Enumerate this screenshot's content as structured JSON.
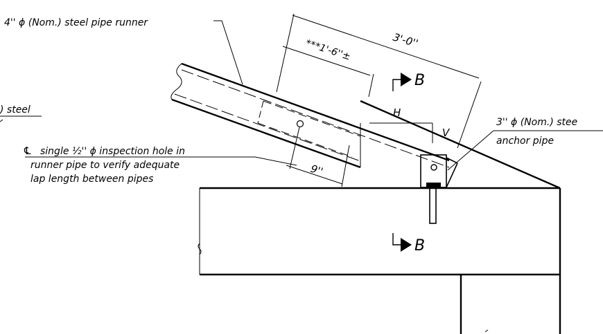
{
  "labels": {
    "runner_pipe": "4'' ϕ (Nom.) steel pipe runner",
    "overlap_dim": "***1'-6''±",
    "overall_dim": "3'-0''",
    "section_mark": "B",
    "slope_h": "H",
    "slope_v": "V",
    "partial_left_1": ") steel",
    "inspection_line1": "single ½'' ϕ inspection hole in",
    "centerline_symbol": "℄",
    "inspection_line2": "runner pipe to verify adequate",
    "inspection_line3": "lap length between pipes",
    "hole_dim": "9''",
    "anchor_line1": "3'' ϕ (Nom.) stee",
    "anchor_line2": "anchor pipe"
  }
}
